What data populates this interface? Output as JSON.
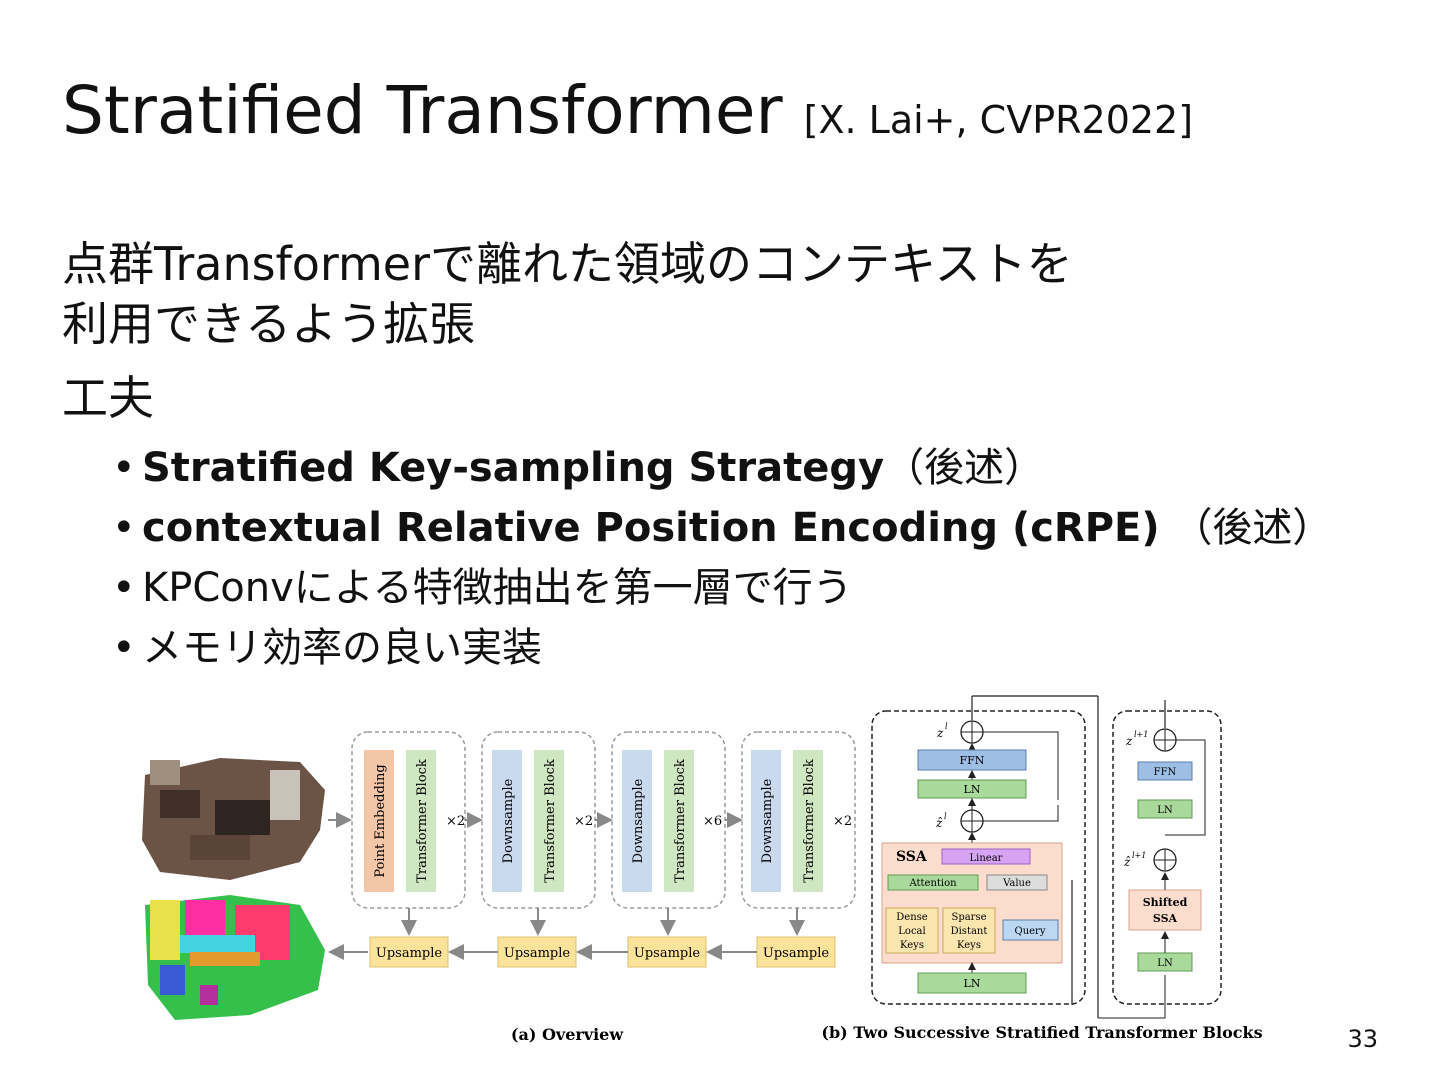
{
  "title": {
    "main": "Stratified Transformer",
    "cite": "[X. Lai+, CVPR2022]"
  },
  "intro": {
    "line1": "点群Transformerで離れた領域のコンテキストを",
    "line2": "利用できるよう拡張"
  },
  "kufu": "工夫",
  "bullets": [
    {
      "bold": "Stratified Key-sampling Strategy",
      "rest": "（後述）"
    },
    {
      "bold": "contextual Relative Position Encoding (cRPE)",
      "rest": " （後述）"
    },
    {
      "bold": "",
      "rest": "KPConvによる特徴抽出を第一層で行う"
    },
    {
      "bold": "",
      "rest": "メモリ効率の良い実装"
    }
  ],
  "page_number": "33",
  "figure": {
    "overview": {
      "caption": "(a) Overview",
      "stages": [
        {
          "a": "Point Embedding",
          "b": "Transformer Block",
          "repeat": "×2"
        },
        {
          "a": "Downsample",
          "b": "Transformer Block",
          "repeat": "×2"
        },
        {
          "a": "Downsample",
          "b": "Transformer Block",
          "repeat": "×6"
        },
        {
          "a": "Downsample",
          "b": "Transformer Block",
          "repeat": "×2"
        }
      ],
      "upsample": "Upsample"
    },
    "blocks": {
      "caption": "(b) Two Successive Stratified Transformer Blocks",
      "ffn": "FFN",
      "ln": "LN",
      "ssa": "SSA",
      "linear": "Linear",
      "attention": "Attention",
      "value": "Value",
      "query": "Query",
      "dense_keys": [
        "Dense",
        "Local",
        "Keys"
      ],
      "sparse_keys": [
        "Sparse",
        "Distant",
        "Keys"
      ],
      "shifted_ssa": [
        "Shifted",
        "SSA"
      ],
      "z_l": "z",
      "z_l_sup": "l",
      "z_hat_l": "ẑ",
      "z_l1_sup": "l+1"
    },
    "colors": {
      "embed": "#f3c6a8",
      "downsample": "#c9d9ee",
      "transformer": "#cfe6c2",
      "upsample": "#fbe39a",
      "ffn": "#9dbfe6",
      "ln": "#a9d99b",
      "ssa_bg": "#fbdccd",
      "linear": "#d7a4f3",
      "query": "#bcd7f2",
      "keys": "#fce6b0"
    }
  }
}
